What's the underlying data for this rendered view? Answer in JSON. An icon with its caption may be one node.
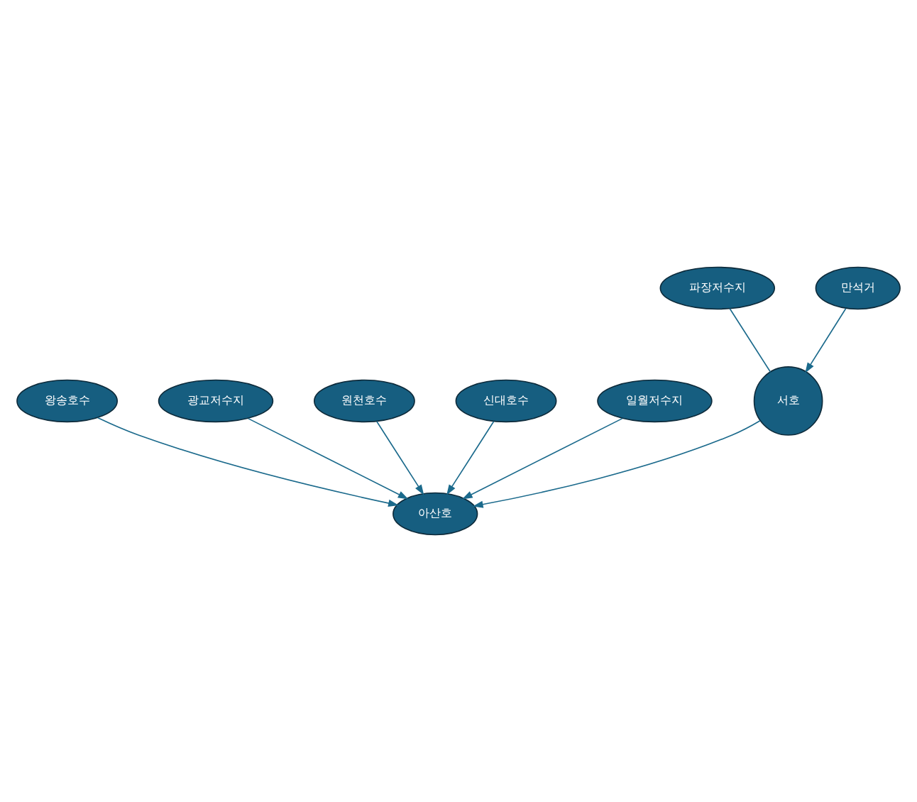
{
  "diagram": {
    "nodes": [
      {
        "text": [
          "왕송호수"
        ]
      },
      {
        "text": [
          "파장저수지"
        ]
      },
      {
        "text": [
          "광교저수지"
        ]
      },
      {
        "text": [
          "원천호수"
        ]
      },
      {
        "text": [
          "신대호수"
        ]
      },
      {
        "text": [
          "일월저수지"
        ]
      },
      {
        "text": [
          "만석거"
        ]
      },
      {
        "text": [
          "서호"
        ]
      },
      {
        "text": [
          "아산호"
        ]
      }
    ],
    "edges": [
      {
        "from": 0,
        "to": 8,
        "arrow": "to"
      },
      {
        "from": 5,
        "to": 8,
        "arrow": "to"
      },
      {
        "from": 1,
        "to": 7,
        "arrow": "none"
      },
      {
        "from": 6,
        "to": 7,
        "arrow": "to"
      },
      {
        "from": 7,
        "to": 8,
        "arrow": "to"
      },
      {
        "from": 2,
        "to": 8,
        "arrow": "to"
      },
      {
        "from": 3,
        "to": 8,
        "arrow": "to"
      },
      {
        "from": 4,
        "to": 8,
        "arrow": "to"
      }
    ]
  }
}
